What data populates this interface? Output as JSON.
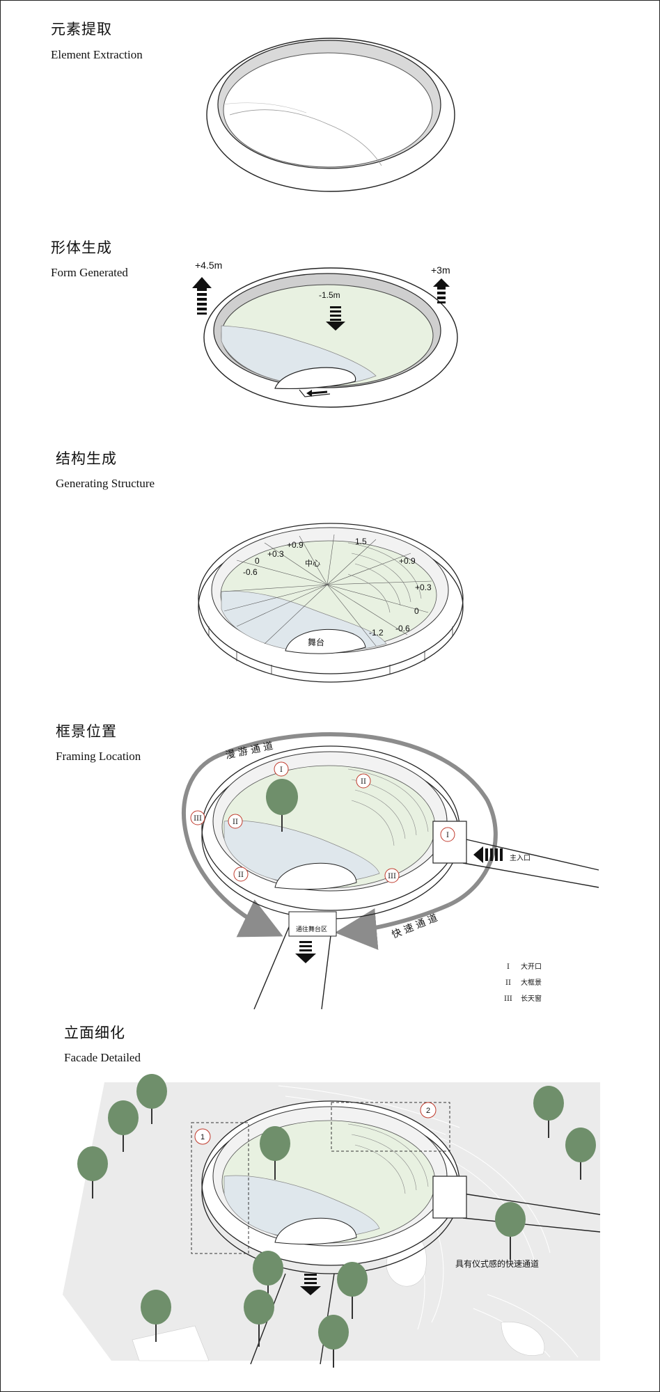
{
  "sections": [
    {
      "title_zh": "元素提取",
      "title_en": "Element Extraction"
    },
    {
      "title_zh": "形体生成",
      "title_en": "Form Generated"
    },
    {
      "title_zh": "结构生成",
      "title_en": "Generating Structure"
    },
    {
      "title_zh": "框景位置",
      "title_en": "Framing Location"
    },
    {
      "title_zh": "立面细化",
      "title_en": "Facade Detailed"
    }
  ],
  "form": {
    "left_height": "+4.5m",
    "right_height": "+3m",
    "center_depth": "-1.5m"
  },
  "structure": {
    "elevations": [
      "+0.9",
      "+0.3",
      "0",
      "-0.6",
      "1.5",
      "+0.9",
      "+0.3",
      "0",
      "-0.6",
      "-1.2"
    ],
    "stage": "舞台",
    "center_label": "中心"
  },
  "framing": {
    "path_slow": "漫 游 通 道",
    "path_fast": "快 速 通 道",
    "entrance": "主入口",
    "south_label": "通往舞台区",
    "markers": [
      "I",
      "II",
      "III"
    ],
    "legend": [
      {
        "num": "I",
        "text": "大开口"
      },
      {
        "num": "II",
        "text": "大框景"
      },
      {
        "num": "III",
        "text": "长天窗"
      }
    ]
  },
  "facade": {
    "callouts": [
      "1",
      "2"
    ],
    "caption": "具有仪式感的快速通道"
  },
  "colors": {
    "green": "#e8f1e1",
    "blue": "#dfe7ec",
    "tree": "#6f8f6b",
    "arrow": "#8c8c8c",
    "marker": "#c0392b"
  }
}
